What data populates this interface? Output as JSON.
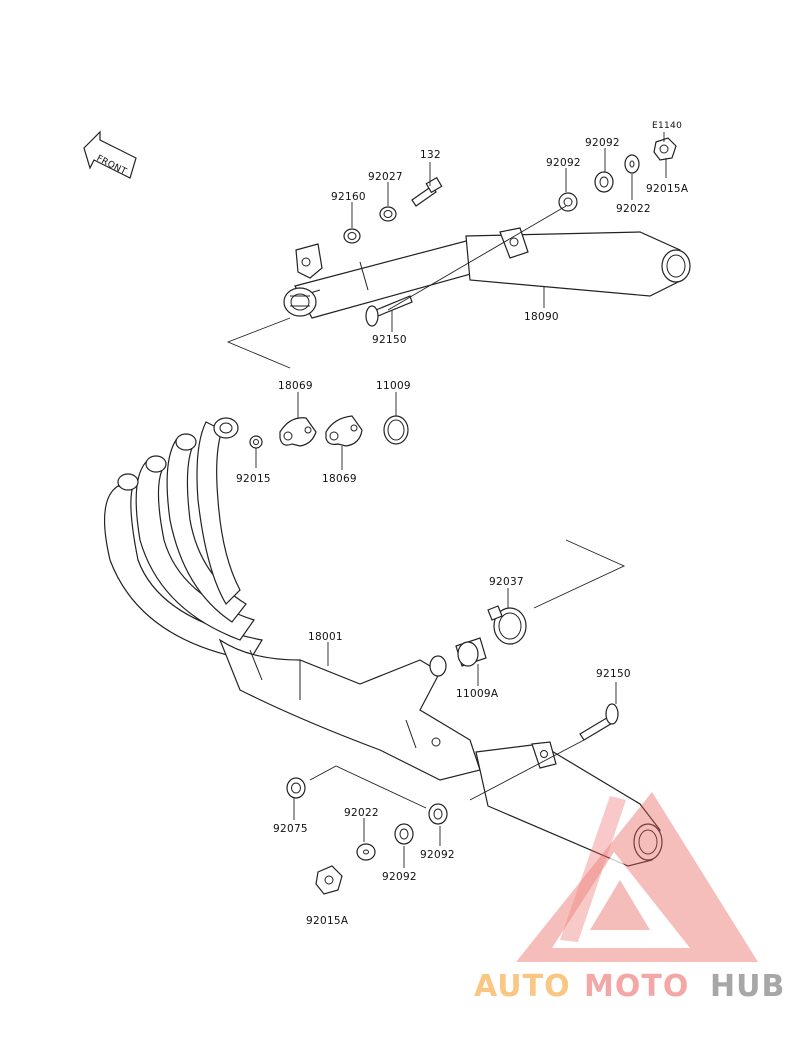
{
  "direction_label": "FRONT",
  "callouts": {
    "e1140": "E1140",
    "c92092_top": "92092",
    "c92092_mid": "92092",
    "c92022_top": "92022",
    "c92015A_top": "92015A",
    "c132": "132",
    "c92027": "92027",
    "c92160": "92160",
    "c18090": "18090",
    "c92150_top": "92150",
    "c18069_a": "18069",
    "c18069_b": "18069",
    "c11009": "11009",
    "c92015": "92015",
    "c92037": "92037",
    "c11009A": "11009A",
    "c18001": "18001",
    "c92150_bot": "92150",
    "c92075": "92075",
    "c92022_bot": "92022",
    "c92092_bot_a": "92092",
    "c92092_bot_b": "92092",
    "c92015A_bot": "92015A"
  },
  "watermark": {
    "part1": "AUTO",
    "part2": "MOTO",
    "part3": "HUB",
    "color_auto": "#f7b55a",
    "color_moto": "#f08a8a",
    "color_hub": "#8a8a8a",
    "triangle_color": "#e8605a"
  }
}
